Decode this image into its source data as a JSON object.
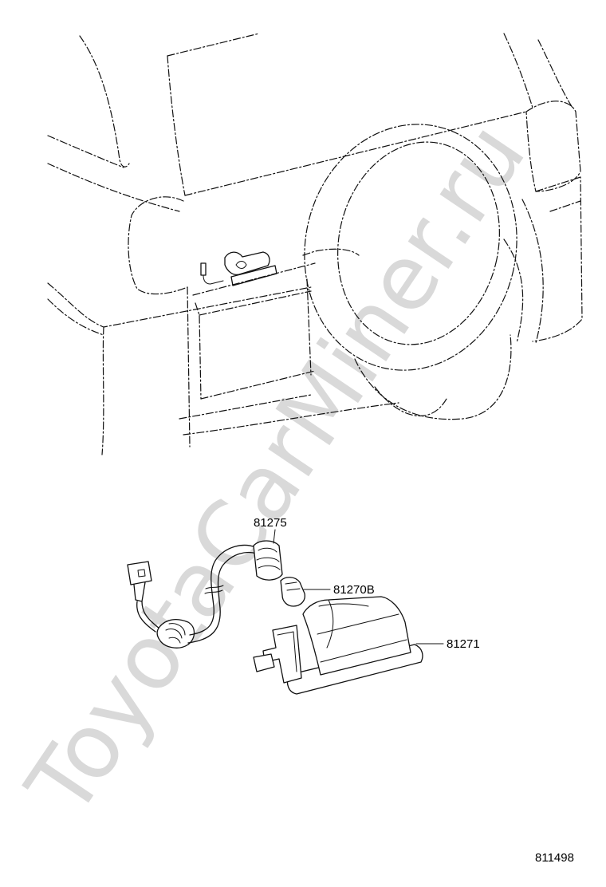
{
  "watermark": {
    "text": "ToyotaCarMiner.ru"
  },
  "callouts": [
    {
      "part_number": "81275"
    },
    {
      "part_number": "81270B"
    },
    {
      "part_number": "81271"
    }
  ],
  "figure_number": "811498"
}
